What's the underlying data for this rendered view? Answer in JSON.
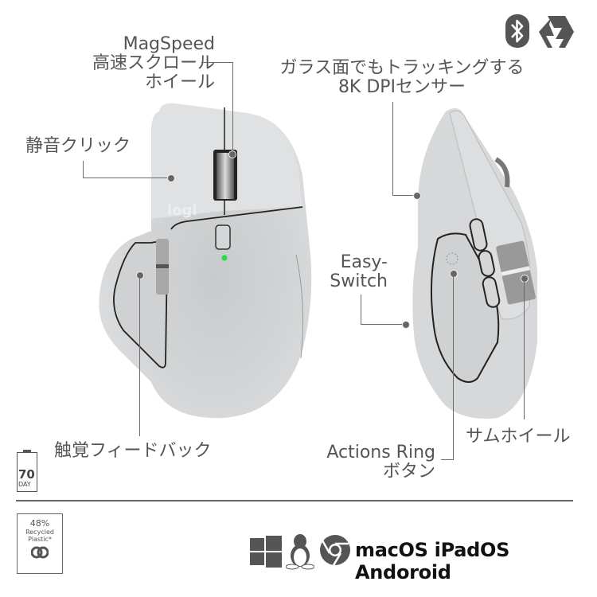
{
  "top_icons": {
    "bluetooth": "bluetooth-icon",
    "logi_bolt": "logi-bolt-icon"
  },
  "callouts": {
    "magspeed": {
      "line1": "MagSpeed",
      "line2": "高速スクロール",
      "line3": "ホイール"
    },
    "silent_click": {
      "text": "静音クリック"
    },
    "sensor": {
      "line1": "ガラス面でもトラッキングする",
      "line2": "8K DPIセンサー"
    },
    "easy_switch": {
      "line1": "Easy-",
      "line2": "Switch"
    },
    "haptic": {
      "text": "触覚フィードバック"
    },
    "actions_ring": {
      "line1": "Actions Ring",
      "line2": "ボタン"
    },
    "thumb_wheel": {
      "text": "サムホイール"
    }
  },
  "mouse": {
    "logo": "logi",
    "status_led_color": "#22dd44"
  },
  "battery": {
    "value": "70",
    "unit": "DAY"
  },
  "recycled": {
    "percent": "48%",
    "line1": "Recycled",
    "line2": "Plastic*"
  },
  "compatibility": {
    "icons": [
      "windows-icon",
      "linux-icon",
      "chrome-icon"
    ],
    "text": "macOS iPadOS Andoroid"
  },
  "colors": {
    "mouse_body": "#d6d8da",
    "text": "#555555",
    "divider": "#666666"
  }
}
